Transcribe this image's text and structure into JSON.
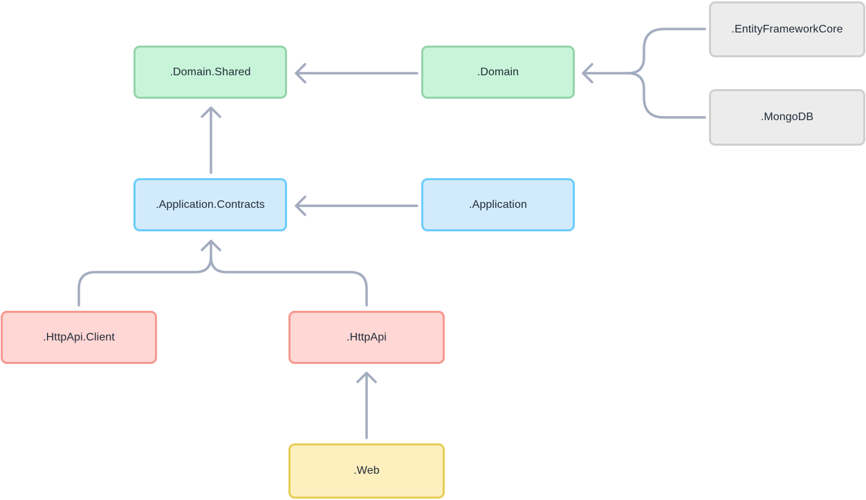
{
  "diagram": {
    "nodes": [
      {
        "id": "domain_shared",
        "label": ".Domain.Shared"
      },
      {
        "id": "domain",
        "label": ".Domain"
      },
      {
        "id": "efcore",
        "label": ".EntityFrameworkCore"
      },
      {
        "id": "mongodb",
        "label": ".MongoDB"
      },
      {
        "id": "app_contracts",
        "label": ".Application.Contracts"
      },
      {
        "id": "application",
        "label": ".Application"
      },
      {
        "id": "httpapi_client",
        "label": ".HttpApi.Client"
      },
      {
        "id": "httpapi",
        "label": ".HttpApi"
      },
      {
        "id": "web",
        "label": ".Web"
      }
    ],
    "edges": [
      {
        "from": "domain",
        "to": "domain_shared"
      },
      {
        "from": "efcore",
        "to": "domain"
      },
      {
        "from": "mongodb",
        "to": "domain"
      },
      {
        "from": "app_contracts",
        "to": "domain_shared"
      },
      {
        "from": "application",
        "to": "app_contracts"
      },
      {
        "from": "httpapi_client",
        "to": "app_contracts"
      },
      {
        "from": "httpapi",
        "to": "app_contracts"
      },
      {
        "from": "web",
        "to": "httpapi"
      }
    ],
    "colors": {
      "arrow": "#a3acbf",
      "green_fill": "#c8f5d9",
      "green_border": "#94d5ab",
      "gray_fill": "#ececec",
      "gray_border": "#cfcfcf",
      "blue_fill": "#d2ebfc",
      "blue_border": "#6ccdfb",
      "red_fill": "#ffd7d4",
      "red_border": "#f69a90",
      "yellow_fill": "#fdefbe",
      "yellow_border": "#e6cd58"
    }
  }
}
